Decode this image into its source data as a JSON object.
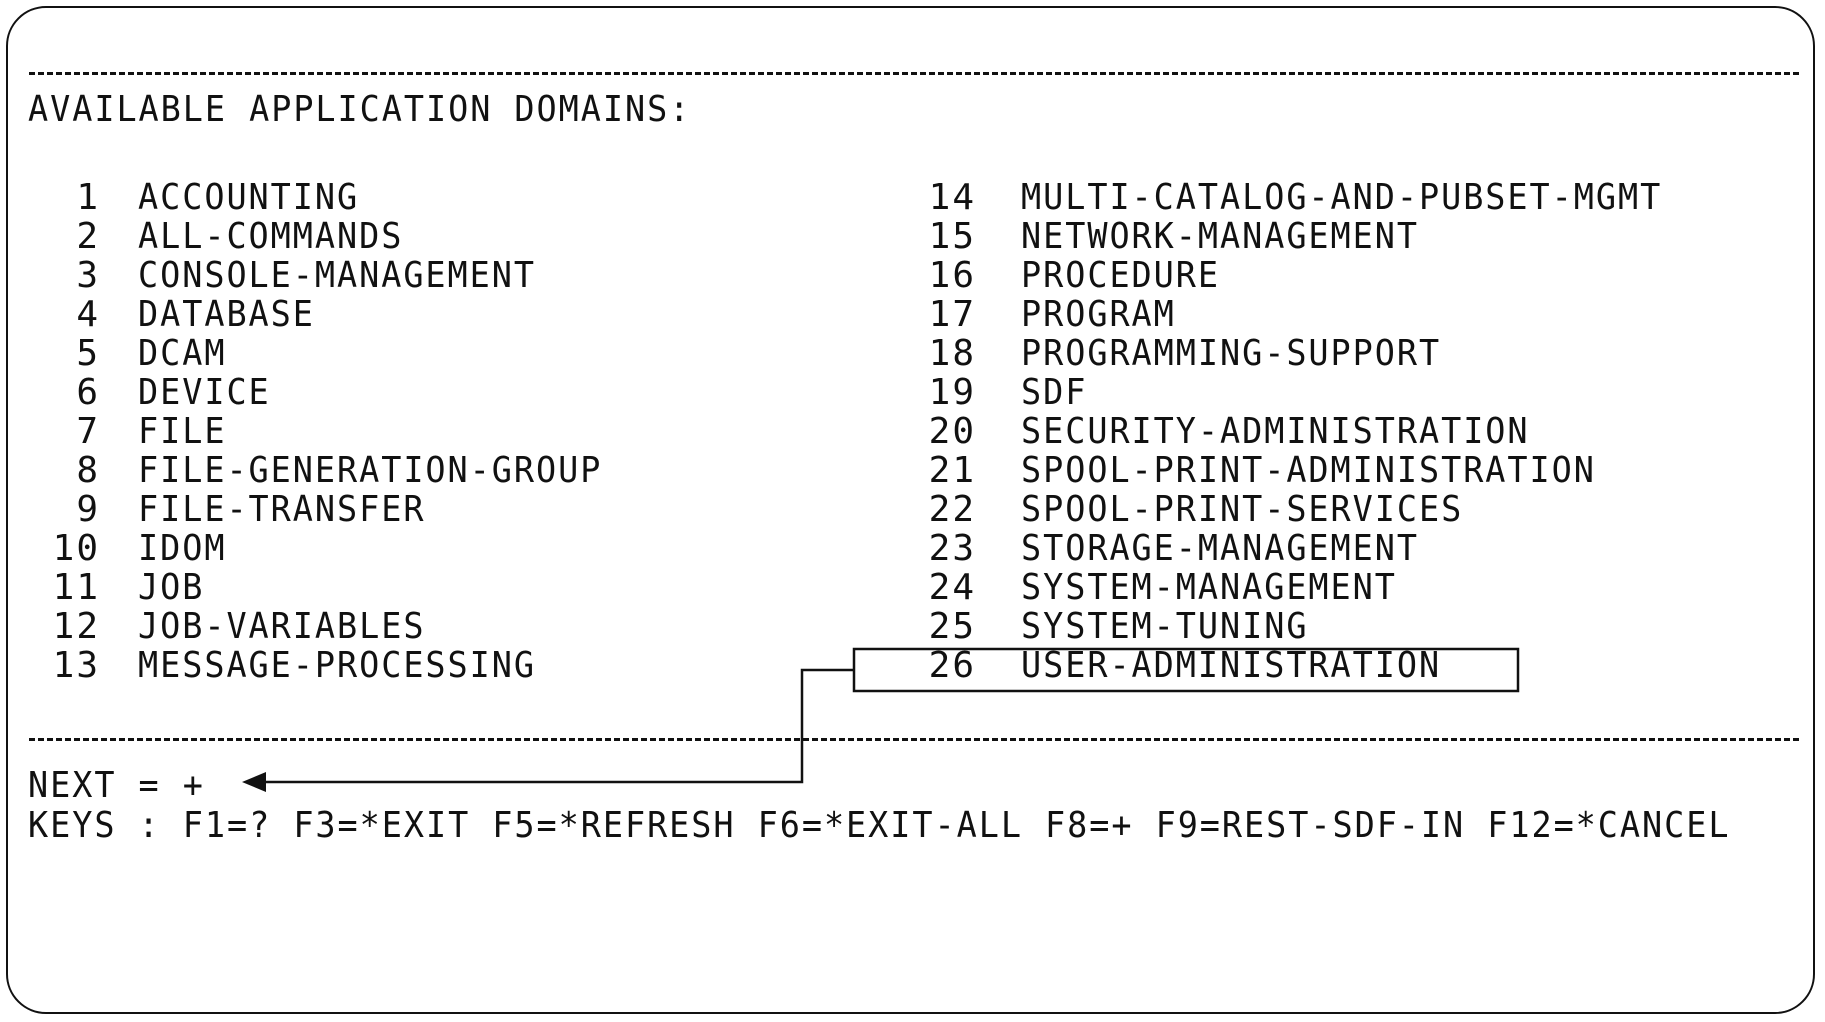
{
  "header": {
    "title": "AVAILABLE APPLICATION DOMAINS:"
  },
  "domains": [
    {
      "num": "1",
      "label": "ACCOUNTING"
    },
    {
      "num": "2",
      "label": "ALL-COMMANDS"
    },
    {
      "num": "3",
      "label": "CONSOLE-MANAGEMENT"
    },
    {
      "num": "4",
      "label": "DATABASE"
    },
    {
      "num": "5",
      "label": "DCAM"
    },
    {
      "num": "6",
      "label": "DEVICE"
    },
    {
      "num": "7",
      "label": "FILE"
    },
    {
      "num": "8",
      "label": "FILE-GENERATION-GROUP"
    },
    {
      "num": "9",
      "label": "FILE-TRANSFER"
    },
    {
      "num": "10",
      "label": "IDOM"
    },
    {
      "num": "11",
      "label": "JOB"
    },
    {
      "num": "12",
      "label": "JOB-VARIABLES"
    },
    {
      "num": "13",
      "label": "MESSAGE-PROCESSING"
    },
    {
      "num": "14",
      "label": "MULTI-CATALOG-AND-PUBSET-MGMT"
    },
    {
      "num": "15",
      "label": "NETWORK-MANAGEMENT"
    },
    {
      "num": "16",
      "label": "PROCEDURE"
    },
    {
      "num": "17",
      "label": "PROGRAM"
    },
    {
      "num": "18",
      "label": "PROGRAMMING-SUPPORT"
    },
    {
      "num": "19",
      "label": "SDF"
    },
    {
      "num": "20",
      "label": "SECURITY-ADMINISTRATION"
    },
    {
      "num": "21",
      "label": "SPOOL-PRINT-ADMINISTRATION"
    },
    {
      "num": "22",
      "label": "SPOOL-PRINT-SERVICES"
    },
    {
      "num": "23",
      "label": "STORAGE-MANAGEMENT"
    },
    {
      "num": "24",
      "label": "SYSTEM-MANAGEMENT"
    },
    {
      "num": "25",
      "label": "SYSTEM-TUNING"
    },
    {
      "num": "26",
      "label": "USER-ADMINISTRATION"
    }
  ],
  "footer": {
    "next_label": "NEXT = +",
    "keys_label": "KEYS : F1=? F3=*EXIT F5=*REFRESH F6=*EXIT-ALL F8=+ F9=REST-SDF-IN F12=*CANCEL"
  }
}
